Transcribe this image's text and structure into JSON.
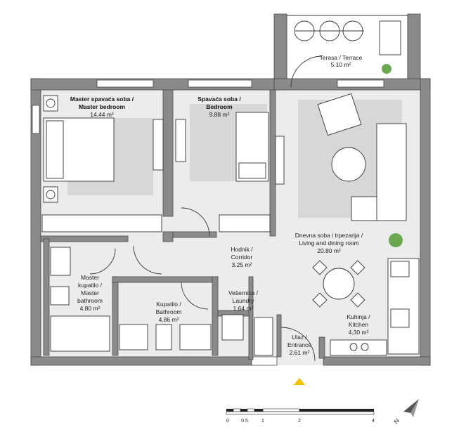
{
  "rooms": {
    "terrace": {
      "name": "Terasa / Terrace",
      "area": "5.10 m²"
    },
    "master_bedroom": {
      "name_line1": "Master spavaća soba /",
      "name_line2": "Master bedroom",
      "area": "14.44 m²"
    },
    "bedroom": {
      "name_line1": "Spavaća soba /",
      "name_line2": "Bedroom",
      "area": "9.88 m²"
    },
    "living": {
      "name_line1": "Dnevna soba i trpezarija /",
      "name_line2": "Living and dining room",
      "area": "20.80 m²"
    },
    "corridor": {
      "name_line1": "Hodnik /",
      "name_line2": "Corridor",
      "area": "3.25 m²"
    },
    "master_bath": {
      "name_line1": "Master",
      "name_line2": "kupatilo /",
      "name_line3": "Master",
      "name_line4": "bathroom",
      "area": "4.80 m²"
    },
    "bathroom": {
      "name_line1": "Kupatilo /",
      "name_line2": "Bathroom",
      "area": "4.86 m²"
    },
    "laundry": {
      "name_line1": "Vešernica /",
      "name_line2": "Laundry",
      "area": "1.64 m²"
    },
    "kitchen": {
      "name_line1": "Kuhinja /",
      "name_line2": "Kitchen",
      "area": "4.30 m²"
    },
    "entrance": {
      "name_line1": "Ulaz /",
      "name_line2": "Entrance",
      "area": "2.61 m²"
    }
  },
  "scale_bar": {
    "ticks": [
      "0",
      "0.5",
      "1",
      "2",
      "4"
    ]
  },
  "north_label": "N",
  "colors": {
    "wall": "#8a8a8a",
    "floor": "#ececec",
    "rug": "#d7d7d7",
    "entrance_marker": "#f2c200",
    "plant": "#6aa84f"
  }
}
